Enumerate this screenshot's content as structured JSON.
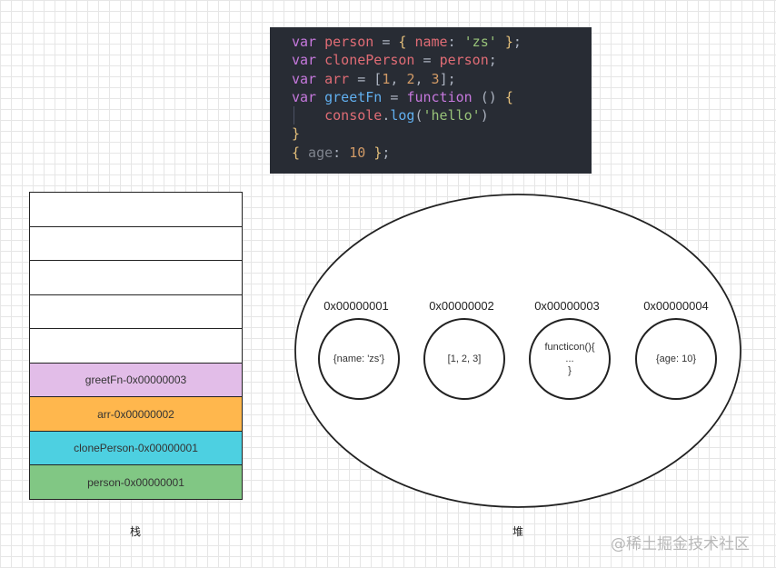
{
  "code": {
    "lines": [
      [
        {
          "t": "var ",
          "c": "kw"
        },
        {
          "t": "person",
          "c": "var"
        },
        {
          "t": " = ",
          "c": "punc"
        },
        {
          "t": "{",
          "c": "brace"
        },
        {
          "t": " name",
          "c": "prop"
        },
        {
          "t": ": ",
          "c": "punc"
        },
        {
          "t": "'zs'",
          "c": "str"
        },
        {
          "t": " ",
          "c": "punc"
        },
        {
          "t": "}",
          "c": "brace"
        },
        {
          "t": ";",
          "c": "punc"
        }
      ],
      [
        {
          "t": "var ",
          "c": "kw"
        },
        {
          "t": "clonePerson",
          "c": "var"
        },
        {
          "t": " = ",
          "c": "punc"
        },
        {
          "t": "person",
          "c": "var"
        },
        {
          "t": ";",
          "c": "punc"
        }
      ],
      [
        {
          "t": "var ",
          "c": "kw"
        },
        {
          "t": "arr",
          "c": "var"
        },
        {
          "t": " = [",
          "c": "punc"
        },
        {
          "t": "1",
          "c": "num"
        },
        {
          "t": ", ",
          "c": "punc"
        },
        {
          "t": "2",
          "c": "num"
        },
        {
          "t": ", ",
          "c": "punc"
        },
        {
          "t": "3",
          "c": "num"
        },
        {
          "t": "];",
          "c": "punc"
        }
      ],
      [
        {
          "t": "var ",
          "c": "kw"
        },
        {
          "t": "greetFn",
          "c": "fn"
        },
        {
          "t": " = ",
          "c": "punc"
        },
        {
          "t": "function",
          "c": "kw"
        },
        {
          "t": " () ",
          "c": "punc"
        },
        {
          "t": "{",
          "c": "brace"
        }
      ],
      [
        {
          "t": "    console",
          "c": "var"
        },
        {
          "t": ".",
          "c": "punc"
        },
        {
          "t": "log",
          "c": "fn"
        },
        {
          "t": "(",
          "c": "punc"
        },
        {
          "t": "'hello'",
          "c": "str"
        },
        {
          "t": ")",
          "c": "punc"
        }
      ],
      [
        {
          "t": "}",
          "c": "brace"
        }
      ],
      [
        {
          "t": "{",
          "c": "brace"
        },
        {
          "t": " age",
          "c": "dim"
        },
        {
          "t": ": ",
          "c": "punc"
        },
        {
          "t": "10",
          "c": "num"
        },
        {
          "t": " ",
          "c": "punc"
        },
        {
          "t": "}",
          "c": "brace"
        },
        {
          "t": ";",
          "c": "punc"
        }
      ]
    ]
  },
  "stack": {
    "label": "栈",
    "cells": [
      {
        "text": "",
        "color": "#ffffff"
      },
      {
        "text": "",
        "color": "#ffffff"
      },
      {
        "text": "",
        "color": "#ffffff"
      },
      {
        "text": "",
        "color": "#ffffff"
      },
      {
        "text": "",
        "color": "#ffffff"
      },
      {
        "text": "greetFn-0x00000003",
        "color": "#e2bde8"
      },
      {
        "text": "arr-0x00000002",
        "color": "#ffb74d"
      },
      {
        "text": "clonePerson-0x00000001",
        "color": "#4dd0e1"
      },
      {
        "text": "person-0x00000001",
        "color": "#81c784"
      }
    ]
  },
  "heap": {
    "label": "堆",
    "items": [
      {
        "addr": "0x00000001",
        "value": "{name: 'zs'}"
      },
      {
        "addr": "0x00000002",
        "value": "[1, 2, 3]"
      },
      {
        "addr": "0x00000003",
        "value": "functicon(){\n...\n}"
      },
      {
        "addr": "0x00000004",
        "value": "{age: 10}"
      }
    ]
  },
  "watermark": "@稀土掘金技术社区"
}
